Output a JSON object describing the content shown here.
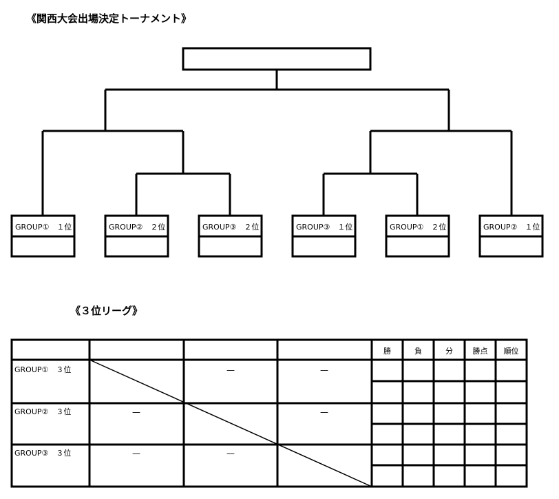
{
  "tournament": {
    "title": "《関西大会出場決定トーナメント》",
    "slots": [
      "GROUP①　１位",
      "GROUP②　２位",
      "GROUP③　２位",
      "GROUP③　１位",
      "GROUP①　２位",
      "GROUP②　１位"
    ]
  },
  "league": {
    "title": "《３位リーグ》",
    "headers": [
      "勝",
      "負",
      "分",
      "勝点",
      "順位"
    ],
    "rows": [
      "GROUP①　３位",
      "GROUP②　３位",
      "GROUP③　３位"
    ],
    "dash": "—"
  }
}
